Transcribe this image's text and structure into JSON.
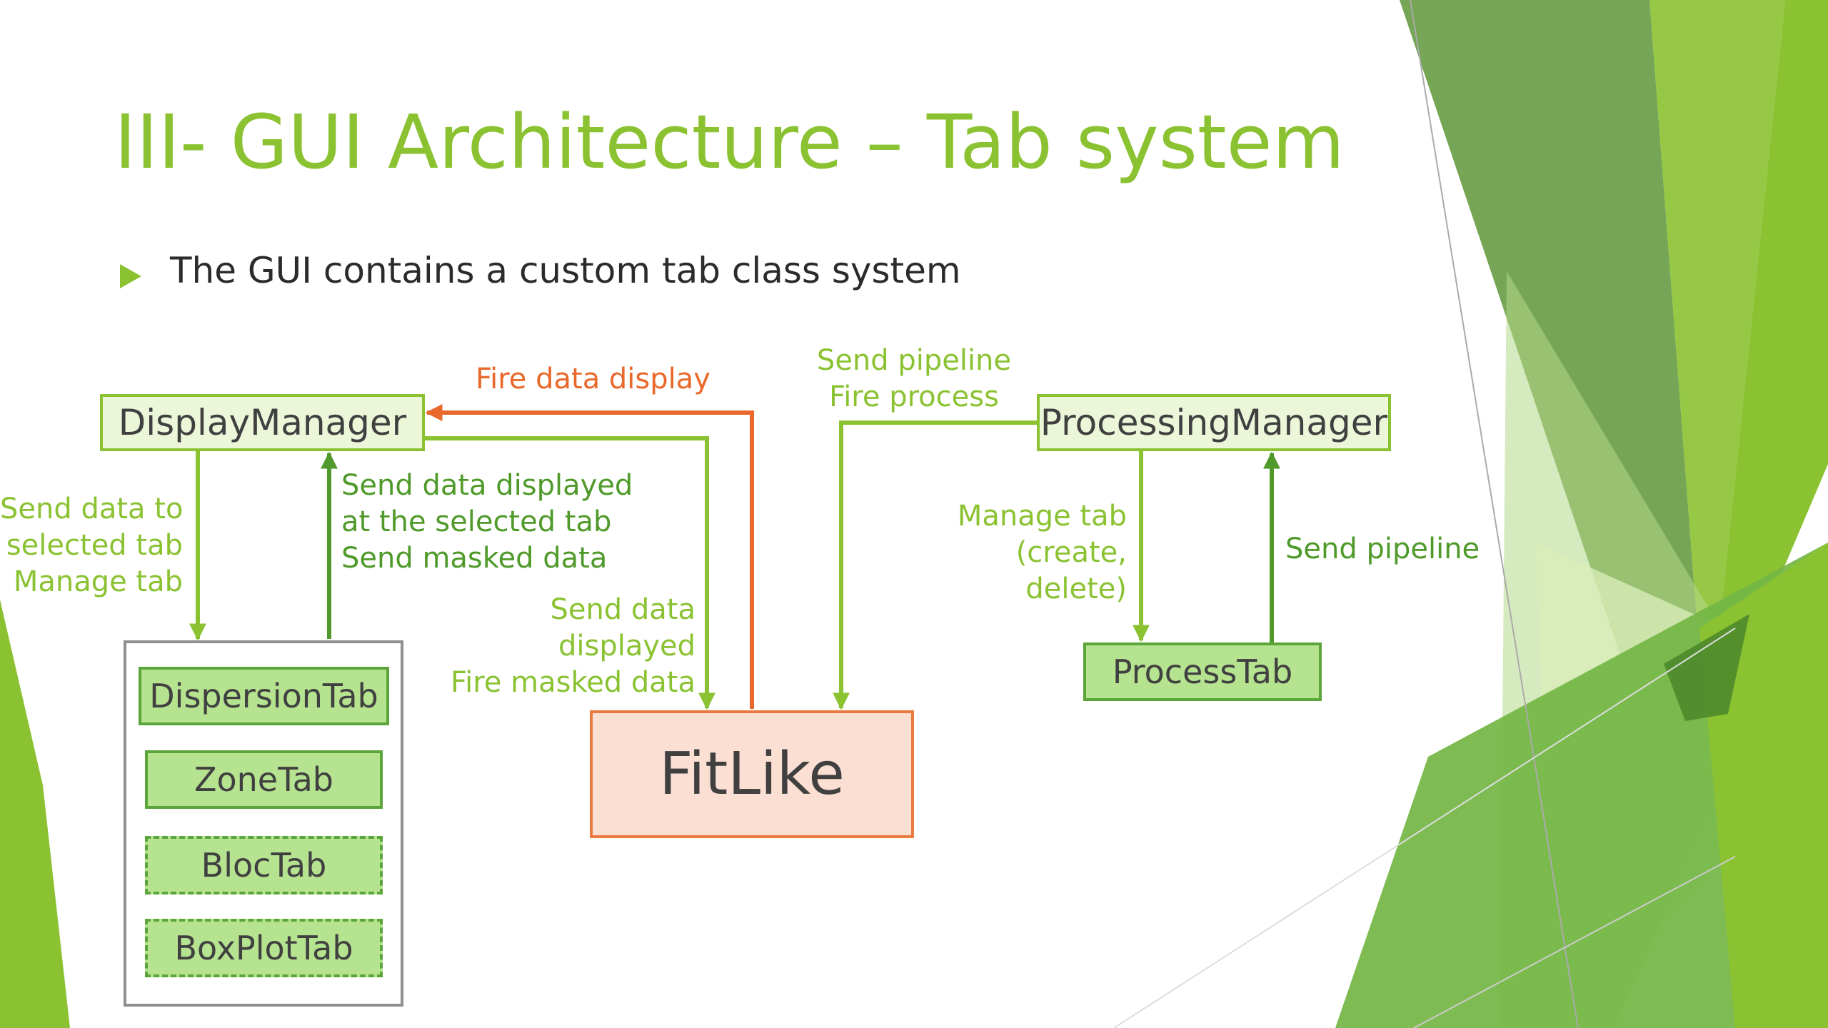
{
  "slide": {
    "title": "III- GUI Architecture – Tab system",
    "bullet": "The GUI contains a custom tab class system"
  },
  "colors": {
    "title_green": "#8bc232",
    "label_light_green": "#8bc232",
    "label_dark_green": "#4f9a2a",
    "arrow_orange": "#e8692b",
    "fitlike_fill": "#fadfd2",
    "tab_fill": "#b5e38f",
    "manager_fill": "#ecf6d9"
  },
  "diagram": {
    "nodes": {
      "display_manager": "DisplayManager",
      "processing_manager": "ProcessingManager",
      "fitlike": "FitLike",
      "process_tab": "ProcessTab",
      "tabs": [
        "DispersionTab",
        "ZoneTab",
        "BlocTab",
        "BoxPlotTab"
      ]
    },
    "edges": {
      "fire_data_display": "Fire data display",
      "send_pipeline_fire_process": "Send pipeline\nFire process",
      "send_data_to_selected_tab": "Send data to\nselected tab\nManage tab",
      "send_data_displayed_selected": "Send data displayed\nat the selected tab\nSend masked data",
      "send_data_displayed_fire_masked": "Send data\ndisplayed\nFire masked data",
      "manage_tab": "Manage tab\n(create,\ndelete)",
      "send_pipeline": "Send pipeline"
    }
  }
}
